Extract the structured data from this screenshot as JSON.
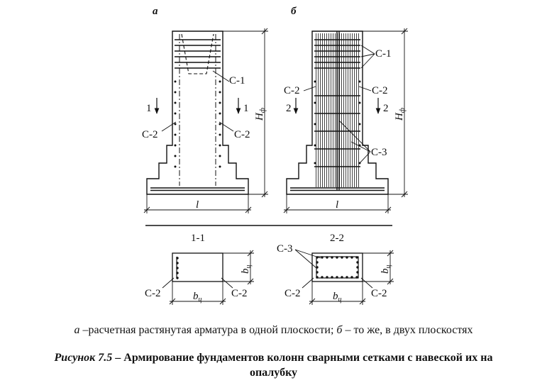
{
  "views": {
    "a": {
      "letter": "а",
      "mesh_top": "С-1",
      "mesh_side_left": "С-2",
      "mesh_side_right": "С-2",
      "section_mark": "1",
      "height_dim": "H",
      "height_sub": "ф",
      "length_dim": "l"
    },
    "b": {
      "letter": "б",
      "mesh_top": "С-1",
      "mesh_side_left": "С-2",
      "mesh_side_right": "С-2",
      "mesh_inner": "С-3",
      "section_mark": "2",
      "height_dim": "H",
      "height_sub": "ф",
      "length_dim": "l"
    }
  },
  "sections": {
    "s1": {
      "title": "1-1",
      "left_mesh": "С-2",
      "right_mesh": "С-2",
      "width_dim": "b",
      "width_sub": "ц",
      "height_dim": "b",
      "height_sub": "ц"
    },
    "s2": {
      "title": "2-2",
      "inner_mesh": "С-3",
      "left_mesh": "С-2",
      "right_mesh": "С-2",
      "width_dim": "b",
      "width_sub": "ц",
      "height_dim": "b",
      "height_sub": "ц"
    }
  },
  "caption": {
    "note_a": "а",
    "note_a_text": " –расчетная растянутая арматура в одной плоскости; ",
    "note_b": "б",
    "note_b_text": " – то же, в двух плоскостях",
    "figure_number": "Рисунок 7.5",
    "title_line1": " – Армирование фундаментов колонн сварными сетками с навеской их на",
    "title_line2": "опалубку"
  }
}
